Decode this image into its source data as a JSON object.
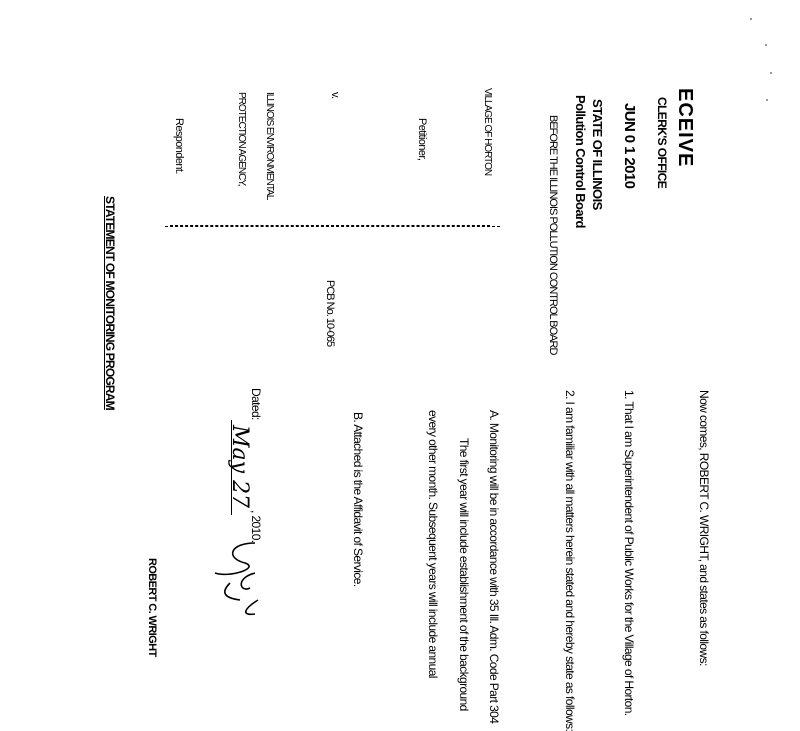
{
  "stamp": {
    "received": "ECEIVE",
    "office": "CLERK'S OFFICE",
    "date": "JUN 0 1 2010",
    "state": "STATE OF ILLINOIS",
    "board": "Pollution Control Board"
  },
  "caption": {
    "before": "BEFORE THE ILLINOIS POLLUTION CONTROL BOARD",
    "petitioner_name": "VILLAGE OF HORTON",
    "petitioner_role": "Petitioner,",
    "versus": "v.",
    "respondent_name_1": "ILLINOIS ENVIRONMENTAL",
    "respondent_name_2": "PROTECTION AGENCY,",
    "respondent_role": "Respondent.",
    "case_number": "PCB No. 10-065"
  },
  "title": "STATEMENT OF MONITORING PROGRAM",
  "body": {
    "intro": "Now comes, ROBERT C. WRIGHT, and states as follows:",
    "item_1": "1.   That I am Superintendent of Public Works for the Village of Horton.",
    "item_2": "2.   I am familiar with all matters herein stated and hereby state as follows:",
    "item_a_1": "A.   Monitoring will be in accordance with 35 Ill. Adm. Code Part 304",
    "item_a_2": "The first year will include establishment of the background",
    "item_a_3": "every other month. Subsequent years will include annual",
    "item_b": "B.   Attached is the Affidavit of Service.",
    "dated_label": "Dated:",
    "dated_value": "May 27",
    "dated_year": ", 2010.",
    "signer": "ROBERT C. WRIGHT"
  }
}
